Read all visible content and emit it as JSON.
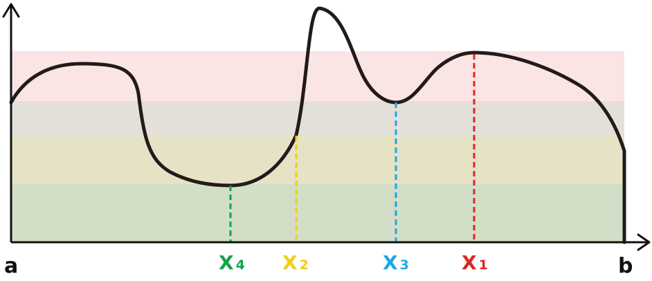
{
  "labels": {
    "a": "a",
    "b": "b",
    "x4": {
      "main": "X",
      "sub": "4"
    },
    "x2": {
      "main": "X",
      "sub": "2"
    },
    "x3": {
      "main": "X",
      "sub": "3"
    },
    "x1": {
      "main": "X",
      "sub": "1"
    }
  },
  "colors": {
    "band_red": "#fbe4e4",
    "band_grey": "#e3e0d9",
    "band_tan": "#e6e2c6",
    "band_green": "#d2dec6",
    "curve": "#231a1a",
    "axis": "#111111",
    "x4": "#16a34a",
    "x2": "#f3cc1a",
    "x3": "#1fa7e6",
    "x1": "#dc2626"
  }
}
